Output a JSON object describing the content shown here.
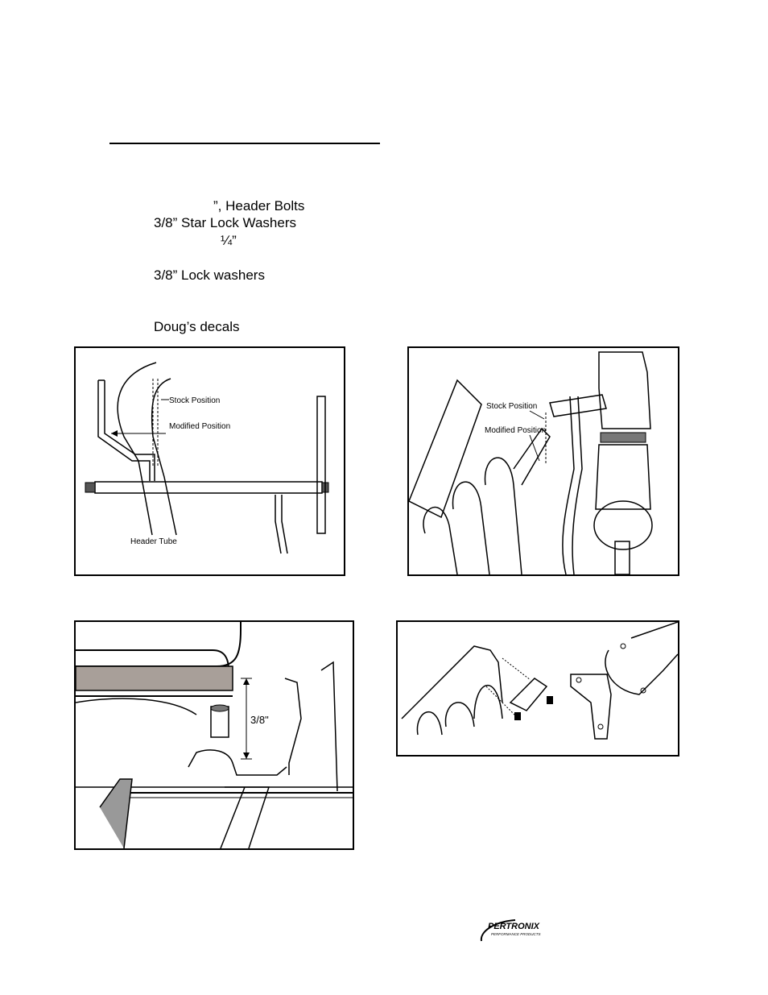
{
  "parts_list": {
    "header_bolts": "”, Header Bolts",
    "star_lock_washers": "3/8” Star Lock Washers",
    "quarter_inch": "¼”",
    "lock_washers": "3/8” Lock washers",
    "decals": "Doug’s decals"
  },
  "figures": {
    "fig1": {
      "stock_position": "Stock Position",
      "modified_position": "Modified Position",
      "header_tube": "Header Tube"
    },
    "fig2": {
      "stock_position": "Stock Position",
      "modified_position": "Modified Position"
    },
    "fig3": {
      "spacer_dimension": "3/8\""
    }
  },
  "logo": {
    "brand": "PERTRONIX",
    "tagline": "PERFORMANCE PRODUCTS"
  }
}
